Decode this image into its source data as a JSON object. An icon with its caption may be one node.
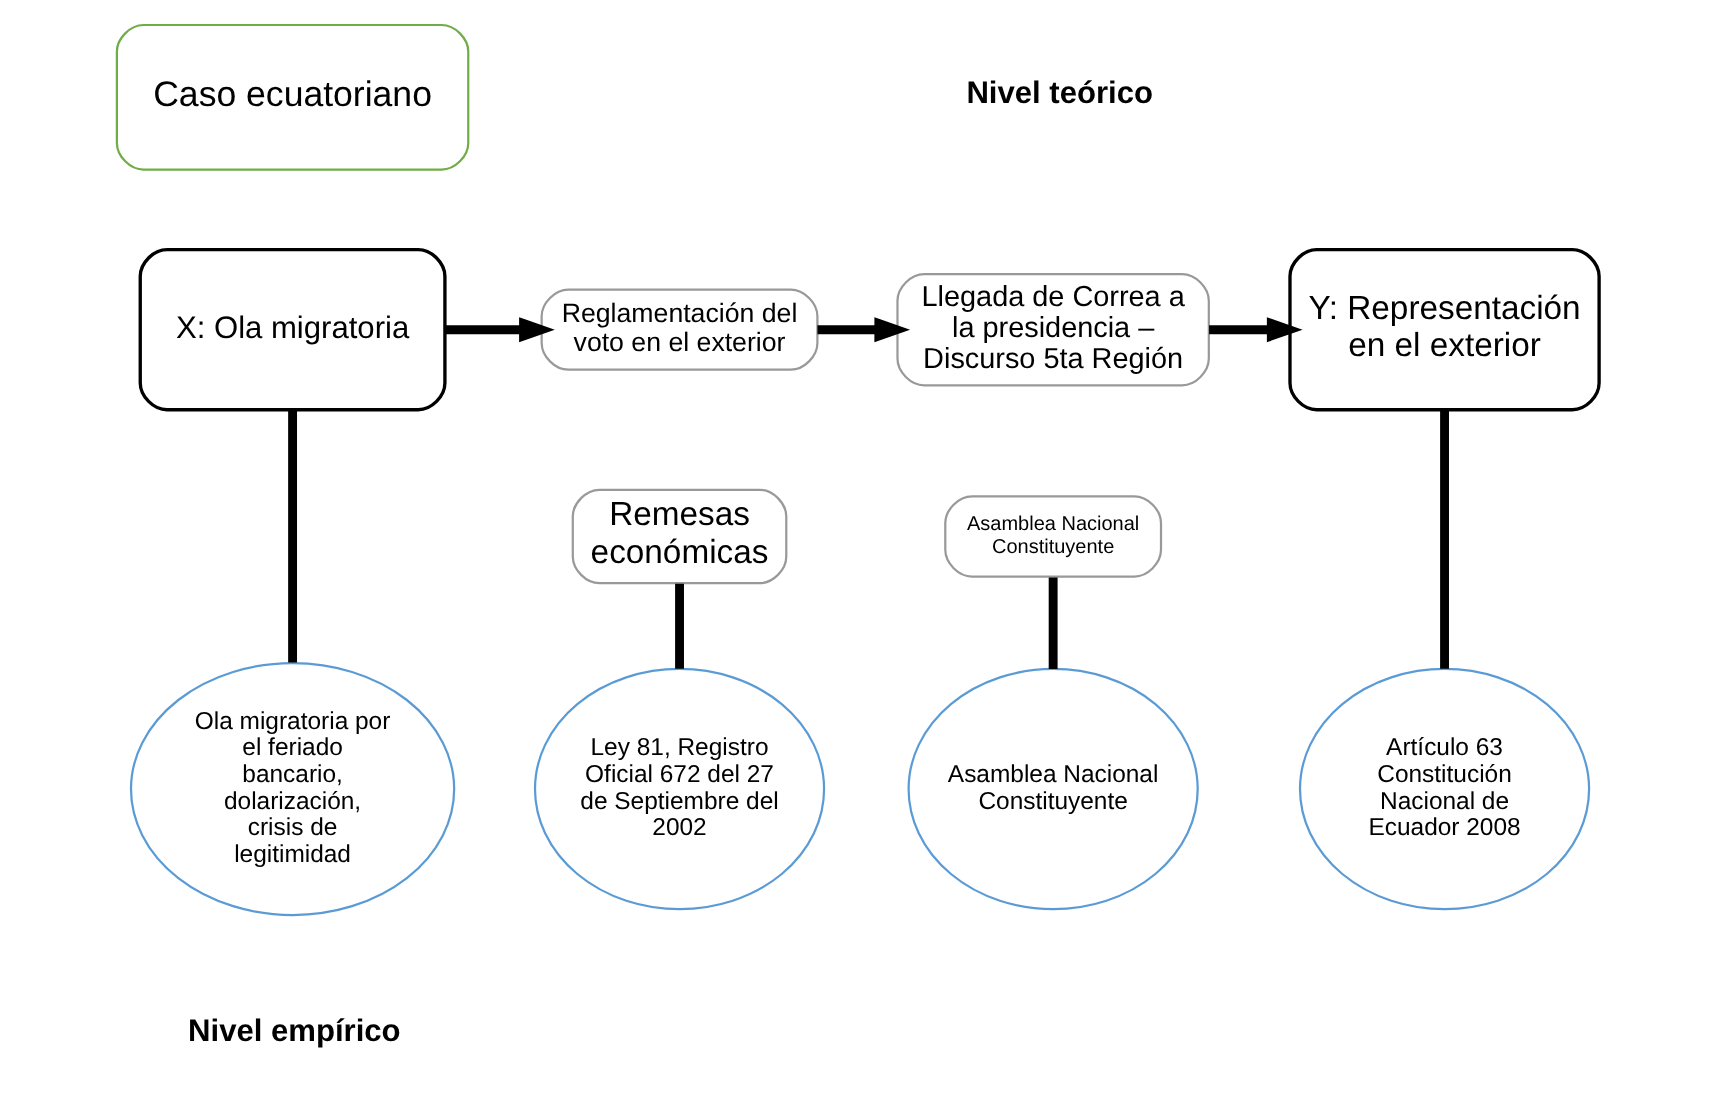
{
  "diagram": {
    "nodes": [
      {
        "text": [
          "Caso ecuatoriano"
        ]
      },
      {
        "text": [
          "X: Ola migratoria"
        ]
      },
      {
        "text": [
          "Reglamentación del voto en el exterior"
        ]
      },
      {
        "text": [
          "Remesas económicas"
        ]
      },
      {
        "text": [
          "Llegada de Correa a la presidencia – Discurso 5ta Región"
        ]
      },
      {
        "text": [
          "Asamblea Nacional Constituyente"
        ]
      },
      {
        "text": [
          "Y: Representación en el exterior"
        ]
      },
      {
        "text": [
          "Ola migratoria por el feriado bancario, dolarización, crisis de legitimidad"
        ]
      },
      {
        "text": [
          "Ley 81, Registro Oficial 672 del 27 de Septiembre del 2002"
        ]
      },
      {
        "text": [
          "Asamblea Nacional Constituyente"
        ]
      },
      {
        "text": [
          "Artículo 63 Constitución Nacional de Ecuador 2008"
        ]
      }
    ],
    "edges": [
      {
        "from": 1,
        "to": 2,
        "arrow": "to"
      },
      {
        "from": 2,
        "to": 4,
        "arrow": "to"
      },
      {
        "from": 4,
        "to": 6,
        "arrow": "to"
      },
      {
        "from": 1,
        "to": 7,
        "arrow": "none"
      },
      {
        "from": 3,
        "to": 8,
        "arrow": "none"
      },
      {
        "from": 5,
        "to": 9,
        "arrow": "none"
      },
      {
        "from": 6,
        "to": 10,
        "arrow": "none"
      }
    ],
    "labels": [
      "Nivel teórico",
      "Nivel empírico"
    ]
  }
}
